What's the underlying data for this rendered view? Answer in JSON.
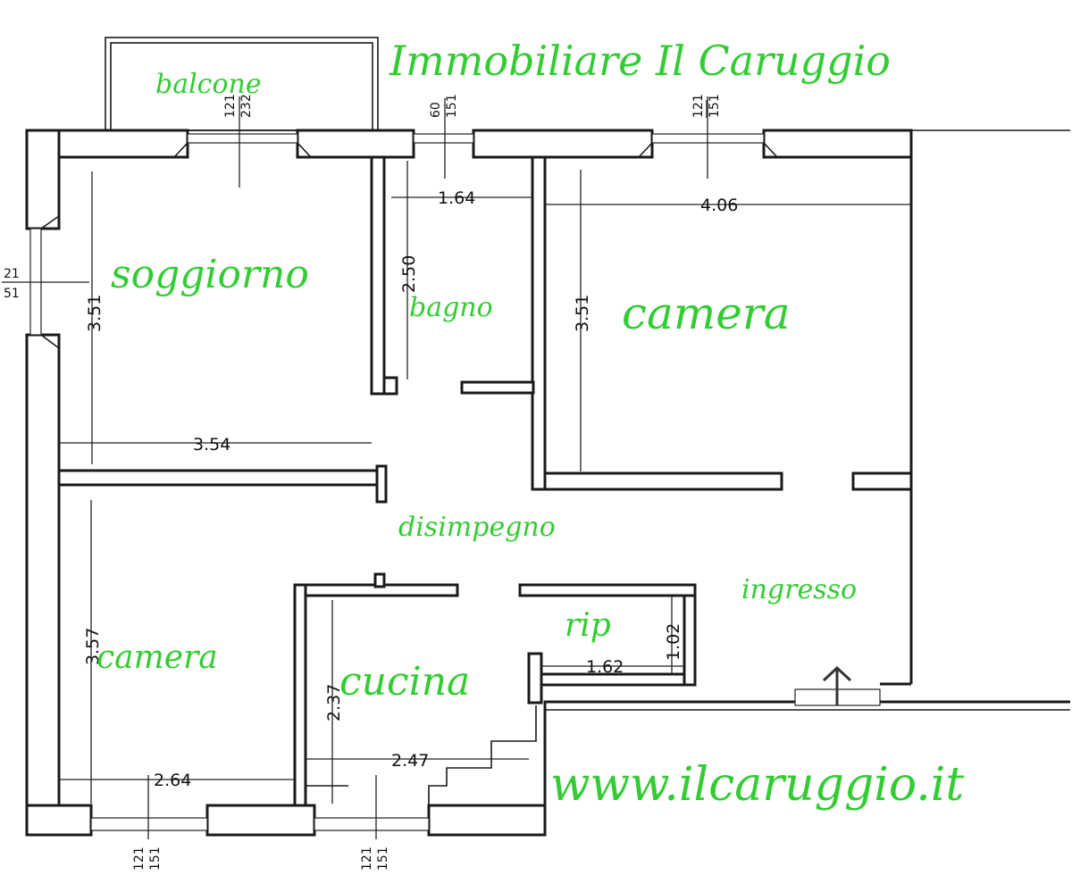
{
  "header": {
    "agency_name": "Immobiliare Il Caruggio",
    "website": "www.ilcaruggio.it"
  },
  "rooms": {
    "balcone": "balcone",
    "soggiorno": "soggiorno",
    "bagno": "bagno",
    "camera_1": "camera",
    "disimpegno": "disimpegno",
    "ingresso": "ingresso",
    "rip": "rip",
    "camera_2": "camera",
    "cucina": "cucina"
  },
  "dimensions": {
    "soggiorno_w": "3.54",
    "soggiorno_h": "3.51",
    "bagno_w": "1.64",
    "bagno_h": "2.50",
    "camera1_w": "4.06",
    "camera1_h": "3.51",
    "camera2_w": "2.64",
    "camera2_h": "3.57",
    "cucina_w": "2.47",
    "cucina_h": "2.37",
    "rip_w": "1.62",
    "rip_h": "1.02"
  },
  "windows": {
    "balcone_door": {
      "w": "121",
      "h": "232"
    },
    "bagno_window": {
      "w": "60",
      "h": "151"
    },
    "camera1_window": {
      "w": "121",
      "h": "151"
    },
    "side_window": {
      "w": "21",
      "h": "51"
    },
    "camera2_window": {
      "w": "121",
      "h": "151"
    },
    "cucina_window": {
      "w": "121",
      "h": "151"
    }
  },
  "colors": {
    "label_green": "#33cc33",
    "wall_line": "#1a1a1a"
  }
}
